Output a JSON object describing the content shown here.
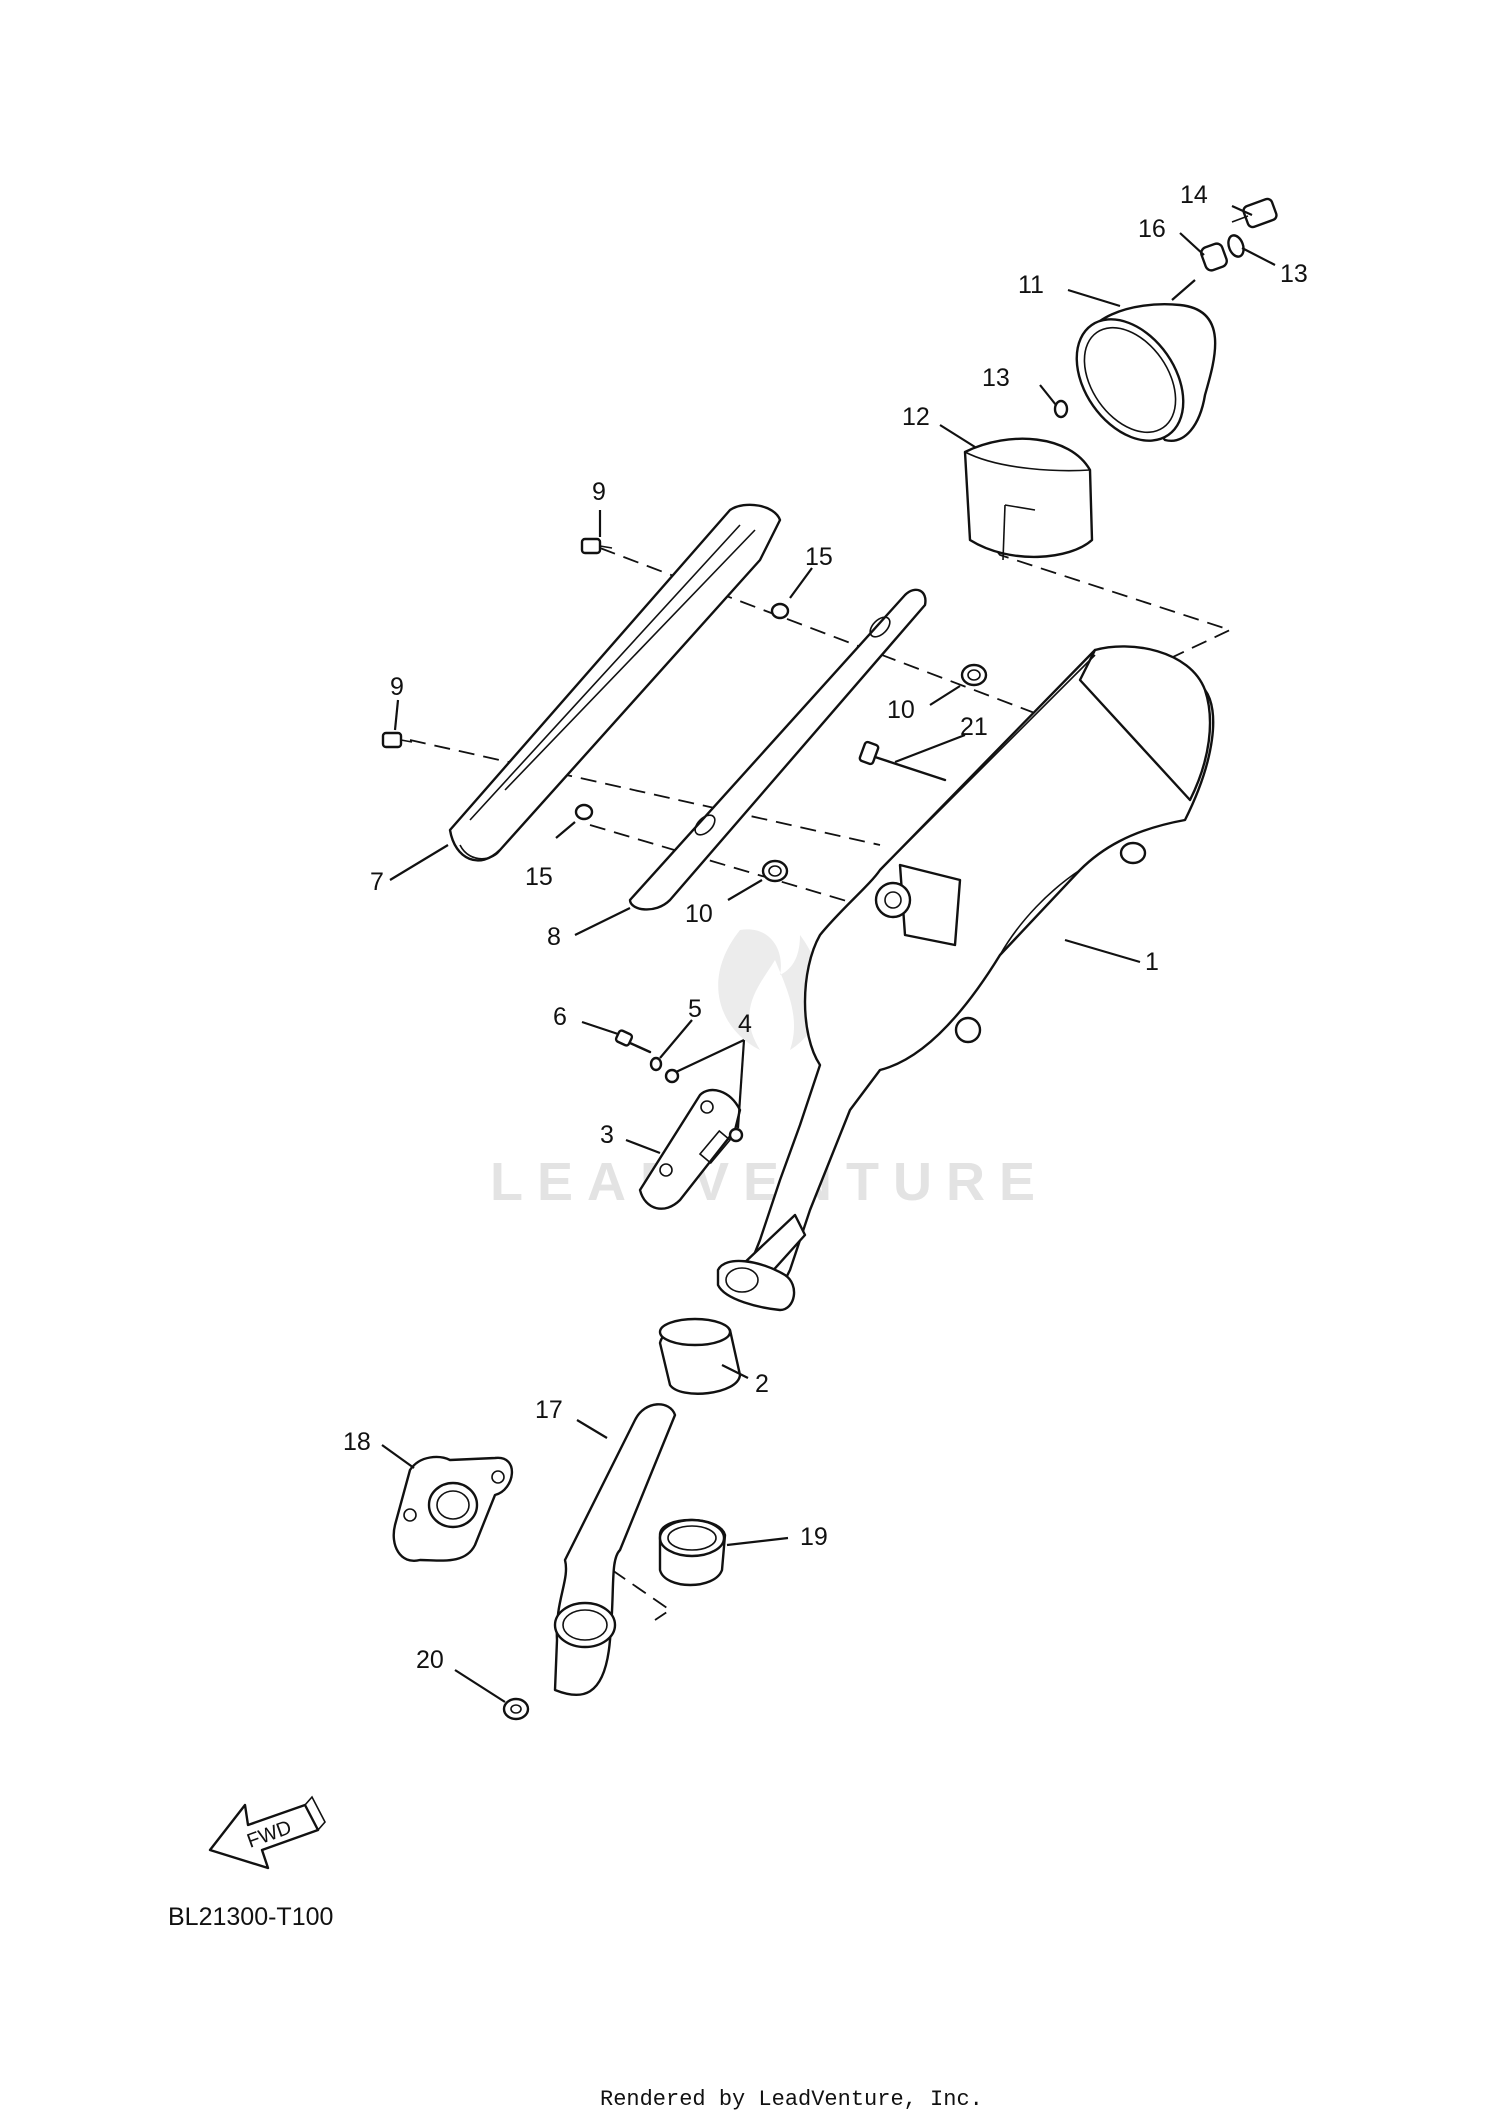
{
  "diagram": {
    "part_labels": [
      "1",
      "2",
      "3",
      "4",
      "5",
      "6",
      "7",
      "8",
      "9",
      "9",
      "10",
      "10",
      "11",
      "12",
      "13",
      "13",
      "14",
      "15",
      "15",
      "16",
      "17",
      "18",
      "19",
      "20",
      "21"
    ],
    "fwd_label": "FWD",
    "diagram_code": "BL21300-T100",
    "watermark": "LEADVENTURE",
    "credit": "Rendered by LeadVenture, Inc."
  }
}
